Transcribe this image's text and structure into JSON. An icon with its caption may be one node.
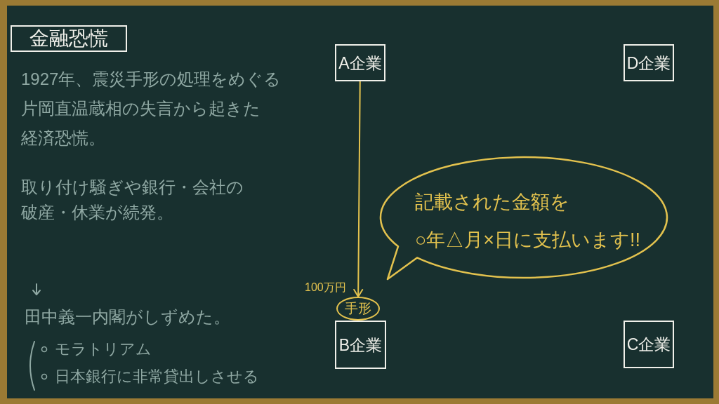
{
  "diagram": {
    "title": "金融恐慌",
    "nodes": [
      {
        "text": [
          "A企業"
        ]
      },
      {
        "text": [
          "D企業"
        ]
      },
      {
        "text": [
          "記載された金額を○年△月×日に支払います!!"
        ]
      },
      {
        "text": [
          "手形"
        ]
      },
      {
        "text": [
          "B企業"
        ]
      },
      {
        "text": [
          "C企業"
        ]
      }
    ],
    "edges": [
      {
        "from": 0,
        "to": 3,
        "arrow": "to",
        "label": "100万円"
      }
    ],
    "labels": [
      "1927年、震災手形の処理をめぐる片岡直温蔵相の失言から起きた経済恐慌。",
      "取り付け騒ぎや銀行・会社の破産・休業が続発。",
      "田中義一内閣がしずめた。",
      "モラトリアム",
      "日本銀行に非常貸出しさせる"
    ]
  }
}
